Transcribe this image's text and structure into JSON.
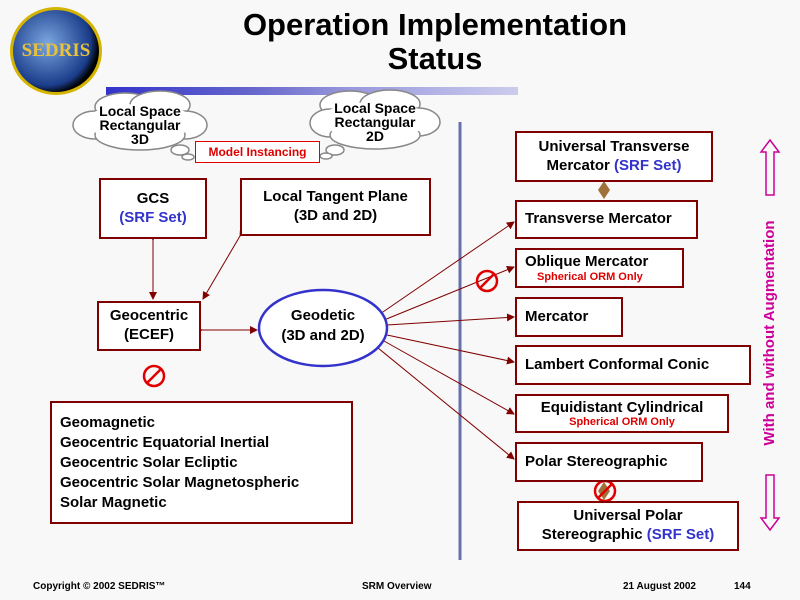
{
  "title_line1": "Operation Implementation",
  "title_line2": "Status",
  "logo_text": "SEDRIS",
  "clouds": {
    "left": [
      "Local Space",
      "Rectangular",
      "3D"
    ],
    "right": [
      "Local Space",
      "Rectangular",
      "2D"
    ]
  },
  "model_instancing": "Model Instancing",
  "gcs": {
    "l1": "GCS",
    "l2": "(SRF Set)"
  },
  "ltp": {
    "l1": "Local Tangent Plane",
    "l2": "(3D and 2D)"
  },
  "geocentric": {
    "l1": "Geocentric",
    "l2": "(ECEF)"
  },
  "geodetic": {
    "l1": "Geodetic",
    "l2": "(3D and 2D)"
  },
  "unsupported": [
    "Geomagnetic",
    "Geocentric Equatorial Inertial",
    "Geocentric Solar Ecliptic",
    "Geocentric Solar Magnetospheric",
    "Solar Magnetic"
  ],
  "utm": {
    "l1": "Universal Transverse",
    "l2a": "Mercator ",
    "l2b": "(SRF Set)"
  },
  "tm": "Transverse Mercator",
  "om": {
    "label": "Oblique Mercator",
    "note": "Spherical ORM Only"
  },
  "mercator": "Mercator",
  "lcc": "Lambert Conformal Conic",
  "ec": {
    "label": "Equidistant Cylindrical",
    "note": "Spherical ORM Only"
  },
  "ps": "Polar Stereographic",
  "ups": {
    "l1": "Universal Polar",
    "l2a": "Stereographic ",
    "l2b": "(SRF Set)"
  },
  "side_label": "With and without Augmentation",
  "colors": {
    "arrow": "#800000",
    "accent": "#cc0099",
    "blue": "#3333cc"
  },
  "footer": {
    "copyright": "Copyright © 2002 SEDRIS™",
    "center": "SRM Overview",
    "date": "21 August 2002",
    "page": "144"
  }
}
